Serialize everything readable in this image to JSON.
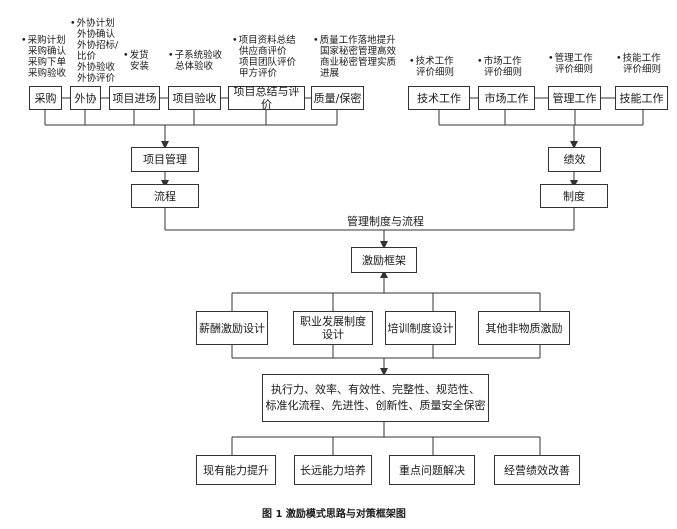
{
  "left_group": {
    "notes": {
      "procurement": "采购计划\n采购确认\n采购下单\n采购验收",
      "outsourcing": "外协计划\n外协确认\n外协招标/\n比价\n外协验收\n外协评价",
      "delivery": "发货\n安装",
      "acceptance": "子系统验收\n总体验收",
      "summary": "项目资料总结\n供应商评价\n项目团队评价\n甲方评价",
      "quality": "质量工作落地提升\n国家秘密管理高效\n商业秘密管理实质\n进展"
    },
    "boxes": [
      "采购",
      "外协",
      "项目进场",
      "项目验收",
      "项目总结与评价",
      "质量/保密"
    ],
    "mgmt": "项目管理",
    "process": "流程"
  },
  "right_group": {
    "notes": {
      "tech": "技术工作\n评价细则",
      "market": "市场工作\n评价细则",
      "mgmt": "管理工作\n评价细则",
      "skill": "技能工作\n评价细则"
    },
    "boxes": [
      "技术工作",
      "市场工作",
      "管理工作",
      "技能工作"
    ],
    "performance": "绩效",
    "system": "制度"
  },
  "center": {
    "merge_label": "管理制度与流程",
    "framework": "激励框架",
    "designs": [
      "薪酬激励设计",
      "职业发展制度\n设计",
      "培训制度设计",
      "其他非物质激励"
    ],
    "traits": "执行力、效率、有效性、完整性、规范性、\n标准化流程、先进性、创新性、质量安全保密",
    "outcomes": [
      "现有能力提升",
      "长远能力培养",
      "重点问题解决",
      "经营绩效改善"
    ]
  },
  "caption": "图 1    激励模式思路与对策框架图"
}
